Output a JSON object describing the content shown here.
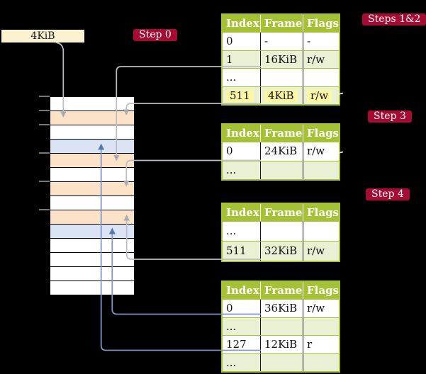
{
  "palette": {
    "green": "#a5c136",
    "rowgreen": "#eaf0d4",
    "crimson": "#a60b33",
    "cream": "#fbf2d2",
    "orange": "#fce3c8",
    "lblue": "#dae4f4",
    "hl": "#fdf6a3",
    "grayline": "#bcbdc5",
    "grayhead": "#a9abb8",
    "blueline": "#7e97c8",
    "bluehead": "#5878ad",
    "tick": "#777777"
  },
  "size_box": {
    "label": "4KiB"
  },
  "step_labels": {
    "step0": "Step 0",
    "steps12": "Steps 1&2",
    "step3": "Step 3",
    "step4": "Step 4"
  },
  "memory": {
    "rows": [
      {
        "color": "white"
      },
      {
        "color": "orange"
      },
      {
        "color": "white"
      },
      {
        "color": "blue"
      },
      {
        "color": "orange"
      },
      {
        "color": "white"
      },
      {
        "color": "orange"
      },
      {
        "color": "white"
      },
      {
        "color": "orange"
      },
      {
        "color": "blue"
      },
      {
        "color": "white"
      },
      {
        "color": "white"
      },
      {
        "color": "white"
      },
      {
        "color": "white"
      }
    ]
  },
  "tables": [
    {
      "headers": [
        "Index",
        "Frame",
        "Flags"
      ],
      "rows": [
        {
          "cells": [
            "0",
            "-",
            "-"
          ]
        },
        {
          "cells": [
            "1",
            "16KiB",
            "r/w"
          ]
        },
        {
          "cells": [
            "...",
            "",
            ""
          ]
        },
        {
          "cells": [
            "511",
            "4KiB",
            "r/w"
          ],
          "highlighted": true
        }
      ]
    },
    {
      "headers": [
        "Index",
        "Frame",
        "Flags"
      ],
      "rows": [
        {
          "cells": [
            "0",
            "24KiB",
            "r/w"
          ]
        },
        {
          "cells": [
            "...",
            "",
            ""
          ]
        }
      ]
    },
    {
      "headers": [
        "Index",
        "Frame",
        "Flags"
      ],
      "rows": [
        {
          "cells": [
            "...",
            "",
            ""
          ]
        },
        {
          "cells": [
            "511",
            "32KiB",
            "r/w"
          ]
        }
      ]
    },
    {
      "headers": [
        "Index",
        "Frame",
        "Flags"
      ],
      "rows": [
        {
          "cells": [
            "0",
            "36KiB",
            "r/w"
          ]
        },
        {
          "cells": [
            "...",
            "",
            ""
          ]
        },
        {
          "cells": [
            "127",
            "12KiB",
            "r"
          ]
        },
        {
          "cells": [
            "...",
            "",
            ""
          ]
        }
      ]
    }
  ],
  "mappings": [
    {
      "from": "4KiB size box",
      "to": "memory frame at 4KiB (row 2)",
      "color": "gray"
    },
    {
      "from": "table 1 entry 1 (16KiB)",
      "to": "memory frame at 16KiB (row 5)",
      "color": "gray"
    },
    {
      "from": "table 1 entry 511 (4KiB)",
      "to": "memory frame at 4KiB (row 2)",
      "color": "gray"
    },
    {
      "from": "table 2 entry 0 (24KiB)",
      "to": "memory frame at 24KiB (row 7)",
      "color": "gray"
    },
    {
      "from": "table 3 entry 511 (32KiB)",
      "to": "memory frame at 32KiB (row 9)",
      "color": "gray"
    },
    {
      "from": "table 4 entry 0 (36KiB)",
      "to": "memory frame at 36KiB (row 10)",
      "color": "blue"
    },
    {
      "from": "table 4 entry 127 (12KiB)",
      "to": "memory frame at 12KiB (row 4)",
      "color": "blue"
    }
  ]
}
